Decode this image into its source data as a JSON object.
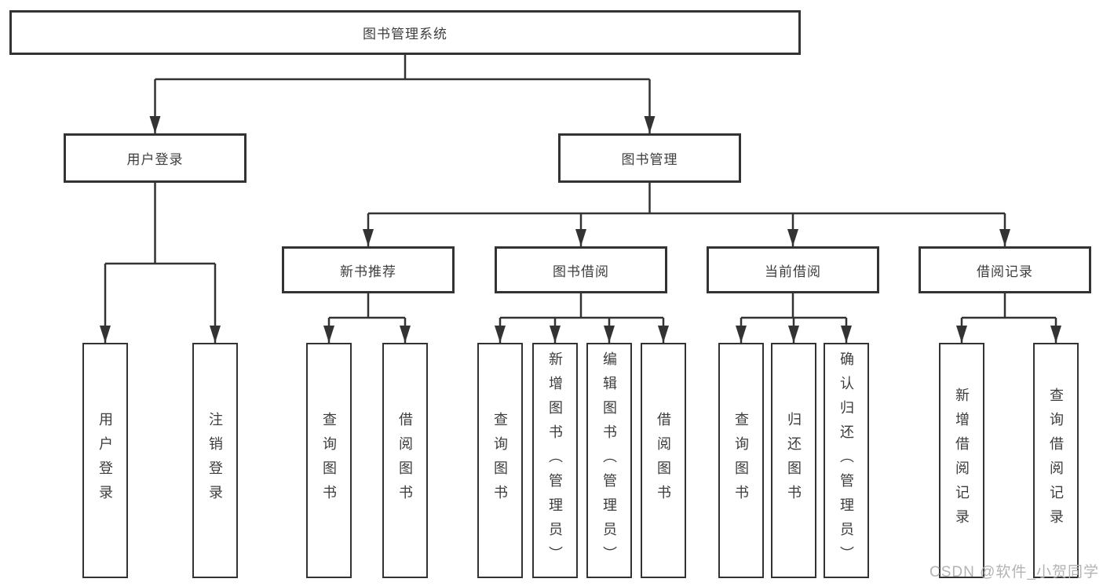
{
  "colors": {
    "line": "#333333",
    "box_border": "#333333",
    "text": "#3d3d3d",
    "watermark": "#b5b2b2",
    "background": "#ffffff"
  },
  "diagram": {
    "root": {
      "label": "图书管理系统"
    },
    "branches": [
      {
        "label": "用户登录",
        "children": [
          "用户登录",
          "注销登录"
        ]
      },
      {
        "label": "图书管理",
        "children": [
          {
            "label": "新书推荐",
            "children": [
              "查询图书",
              "借阅图书"
            ]
          },
          {
            "label": "图书借阅",
            "children": [
              "查询图书",
              "新增图书（管理员）",
              "编辑图书（管理员）",
              "借阅图书"
            ]
          },
          {
            "label": "当前借阅",
            "children": [
              "查询图书",
              "归还图书",
              "确认归还（管理员）"
            ]
          },
          {
            "label": "借阅记录",
            "children": [
              "新增借阅记录",
              "查询借阅记录"
            ]
          }
        ]
      }
    ]
  },
  "watermark": {
    "text": "CSDN @软件_小贺同学"
  }
}
